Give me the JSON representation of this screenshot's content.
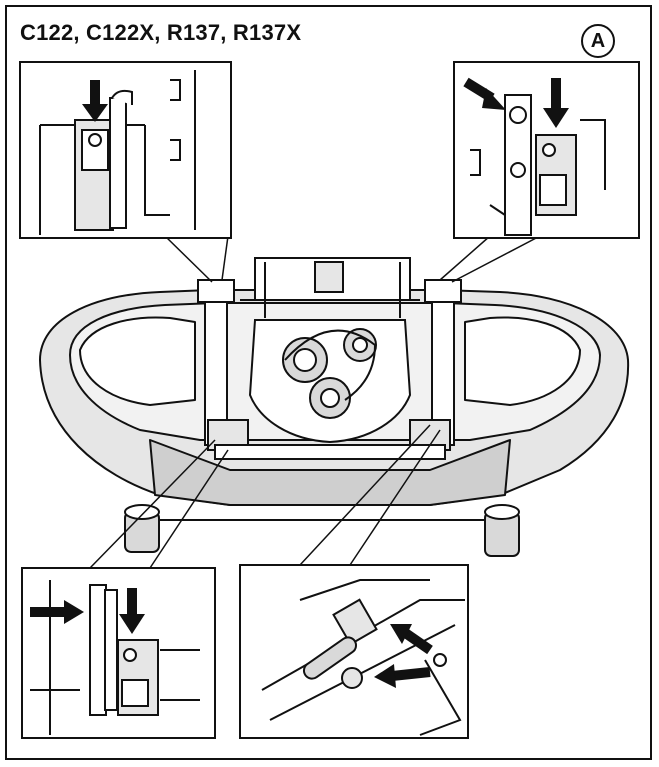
{
  "figure": {
    "title": "C122, C122X, R137, R137X",
    "label": "A",
    "colors": {
      "ink": "#111111",
      "fill_light": "#e6e6e6",
      "fill_mid": "#bdbdbd",
      "paper": "#ffffff"
    }
  },
  "callouts": [
    {
      "position": "top-left",
      "content": "bracket-and-bolt-detail",
      "arrows": [
        "down"
      ]
    },
    {
      "position": "top-right",
      "content": "bracket-and-bolt-detail",
      "arrows": [
        "diagonal",
        "down"
      ]
    },
    {
      "position": "bottom-left",
      "content": "bracket-and-bolt-detail",
      "arrows": [
        "right",
        "down"
      ]
    },
    {
      "position": "bottom-center",
      "content": "adjustment-rod-detail",
      "arrows": [
        "up-left",
        "left"
      ]
    }
  ]
}
